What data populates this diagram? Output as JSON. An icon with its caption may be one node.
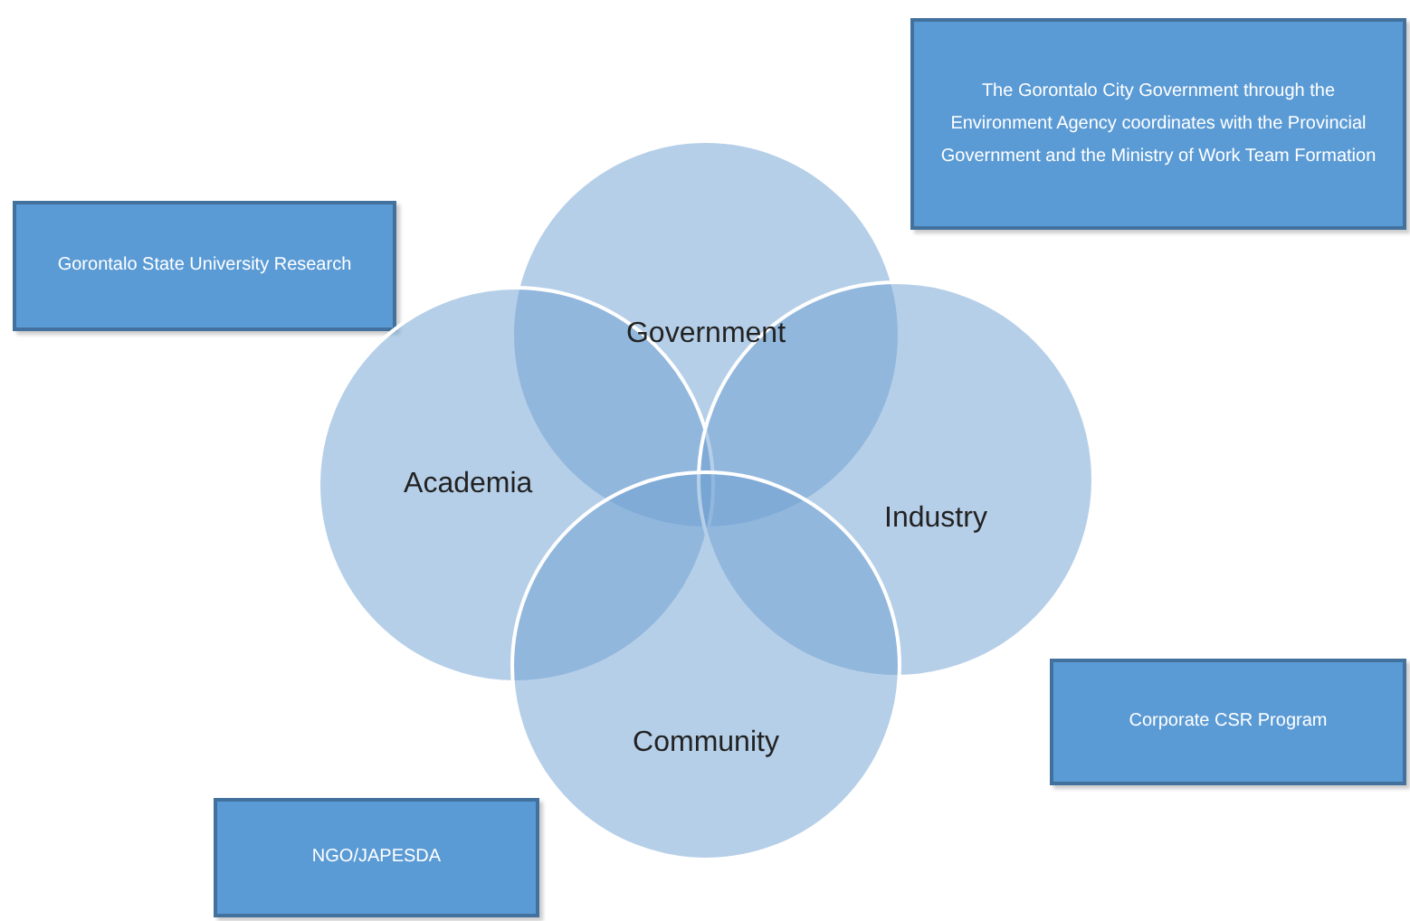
{
  "diagram": {
    "nodes": [
      {
        "text": [
          "The Gorontalo City Government through the Environment Agency coordinates with the Provincial Government and the Ministry of Work Team Formation"
        ]
      },
      {
        "text": [
          "Gorontalo State University Research"
        ]
      },
      {
        "text": [
          "Government"
        ]
      },
      {
        "text": [
          "Academia"
        ]
      },
      {
        "text": [
          "Industry"
        ]
      },
      {
        "text": [
          "Community"
        ]
      },
      {
        "text": [
          "Corporate CSR Program"
        ]
      },
      {
        "text": [
          "NGO/JAPESDA"
        ]
      }
    ]
  }
}
